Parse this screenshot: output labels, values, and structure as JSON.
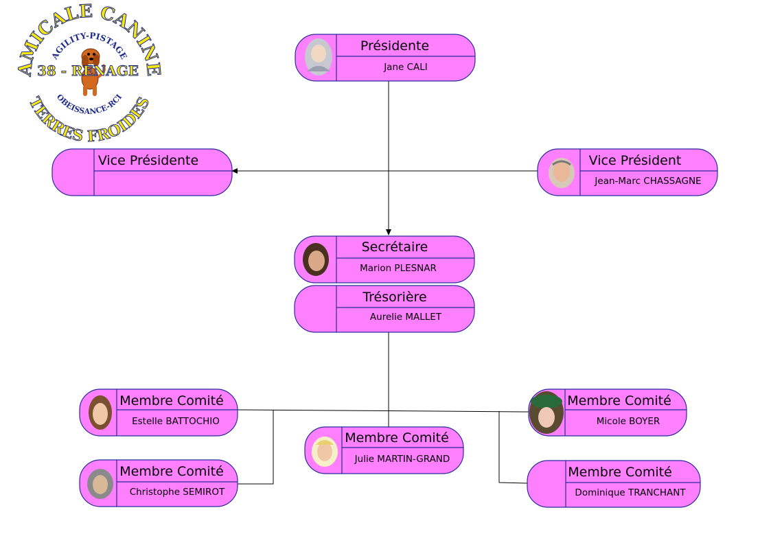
{
  "colors": {
    "box_fill": "#ff80ff",
    "box_stroke": "#2a2aa0",
    "connector": "#000000",
    "logo_yellow": "#f5e614",
    "logo_blue": "#1e2a8c",
    "logo_dog": "#d2691e"
  },
  "logo": {
    "arc_top": "AMICALE CANINE",
    "arc_inner_top": "AGILITY-PISTAGE",
    "center": "38 - RENAGE",
    "arc_inner_bottom": "OBEISSANCE-RCI",
    "arc_bottom": "TERRES FROIDES"
  },
  "nodes": {
    "presidente": {
      "role": "Présidente",
      "name": "Jane CALI",
      "photo": "portrait-photo"
    },
    "vice_presidente": {
      "role": "Vice Présidente",
      "name": ""
    },
    "vice_president": {
      "role": "Vice Président",
      "name": "Jean-Marc CHASSAGNE",
      "photo": "portrait-photo"
    },
    "secretaire": {
      "role": "Secrétaire",
      "name": "Marion PLESNAR",
      "photo": "portrait-photo"
    },
    "tresoriere": {
      "role": "Trésorière",
      "name": "Aurelie MALLET"
    },
    "membre_1": {
      "role": "Membre Comité",
      "name": "Estelle BATTOCHIO",
      "photo": "portrait-photo"
    },
    "membre_2": {
      "role": "Membre Comité",
      "name": "Christophe SEMIROT",
      "photo": "portrait-photo"
    },
    "membre_3": {
      "role": "Membre Comité",
      "name": "Julie MARTIN-GRAND",
      "photo": "portrait-photo"
    },
    "membre_4": {
      "role": "Membre Comité",
      "name": "Micole BOYER",
      "photo": "portrait-photo"
    },
    "membre_5": {
      "role": "Membre Comité",
      "name": "Dominique TRANCHANT"
    }
  }
}
